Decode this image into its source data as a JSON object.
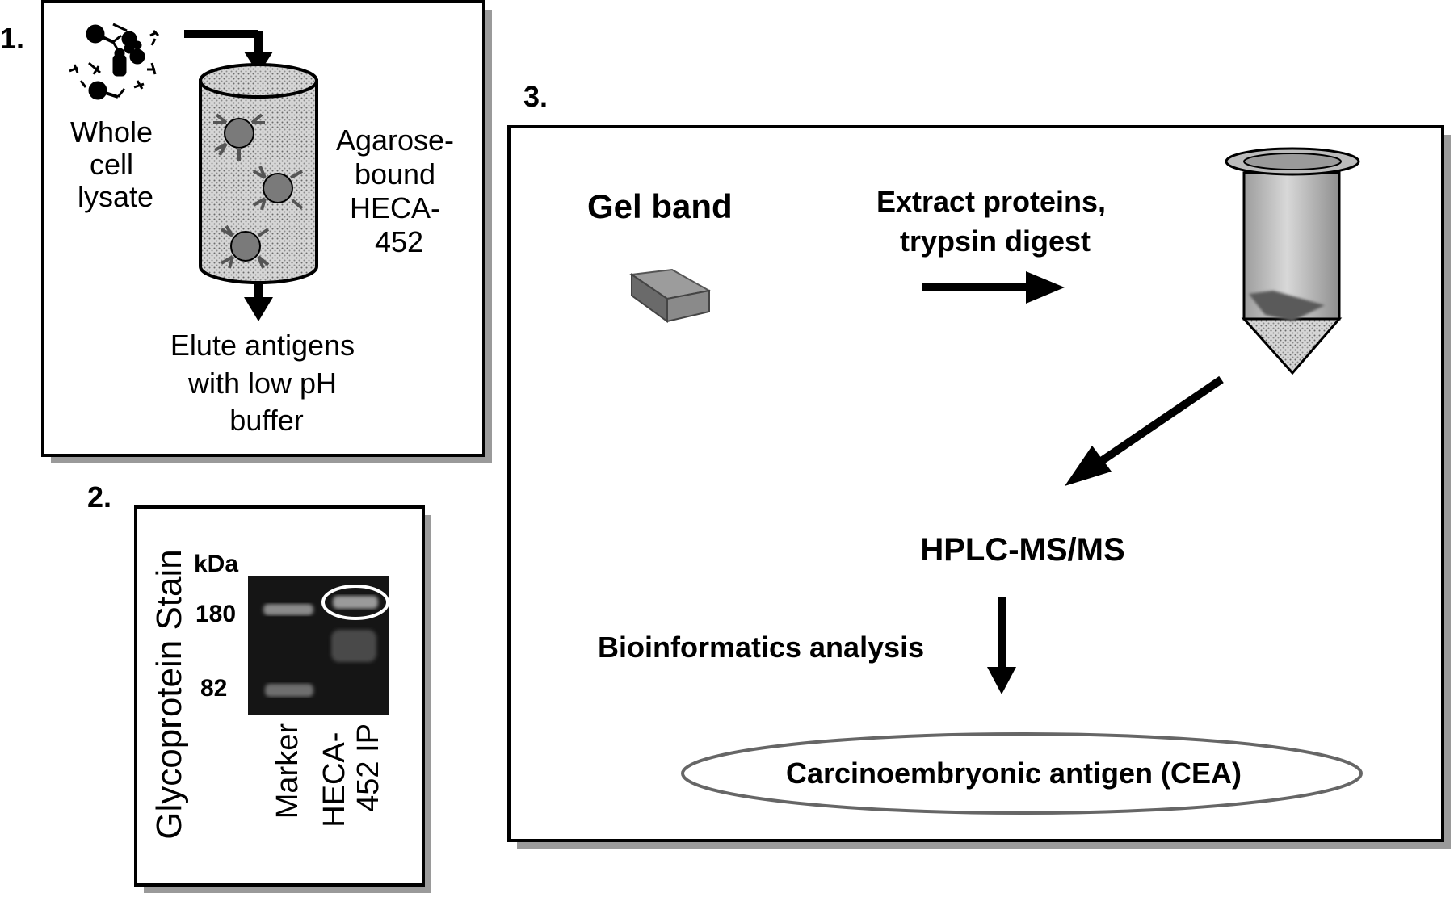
{
  "colors": {
    "shadow": "#9a9a9a",
    "gel_background": "#151515",
    "band": "#8a8a8a",
    "column_fill": "#c9c9c9",
    "antigen": "#7a7a7a"
  },
  "step1": {
    "number": "1.",
    "lysate_label": [
      "Whole",
      "cell",
      "lysate"
    ],
    "column_label": [
      "Agarose-",
      "bound",
      "HECA-",
      "452"
    ],
    "elute_label": [
      "Elute antigens",
      "with low pH",
      "buffer"
    ]
  },
  "step2": {
    "number": "2.",
    "stain_label": "Glycoprotein Stain",
    "kda_label": "kDa",
    "marker_180": "180",
    "marker_82": "82",
    "lane_marker": "Marker",
    "lane_ip": [
      "HECA-",
      "452 IP"
    ]
  },
  "step3": {
    "number": "3.",
    "gel_band": "Gel band",
    "extract": [
      "Extract proteins,",
      "trypsin digest"
    ],
    "hplc": "HPLC-MS/MS",
    "bioinformatics": "Bioinformatics analysis",
    "result": "Carcinoembryonic antigen (CEA)"
  },
  "icons": [
    "lysate-molecules-icon",
    "affinity-column-icon",
    "gel-band-slab-icon",
    "microcentrifuge-tube-icon"
  ]
}
